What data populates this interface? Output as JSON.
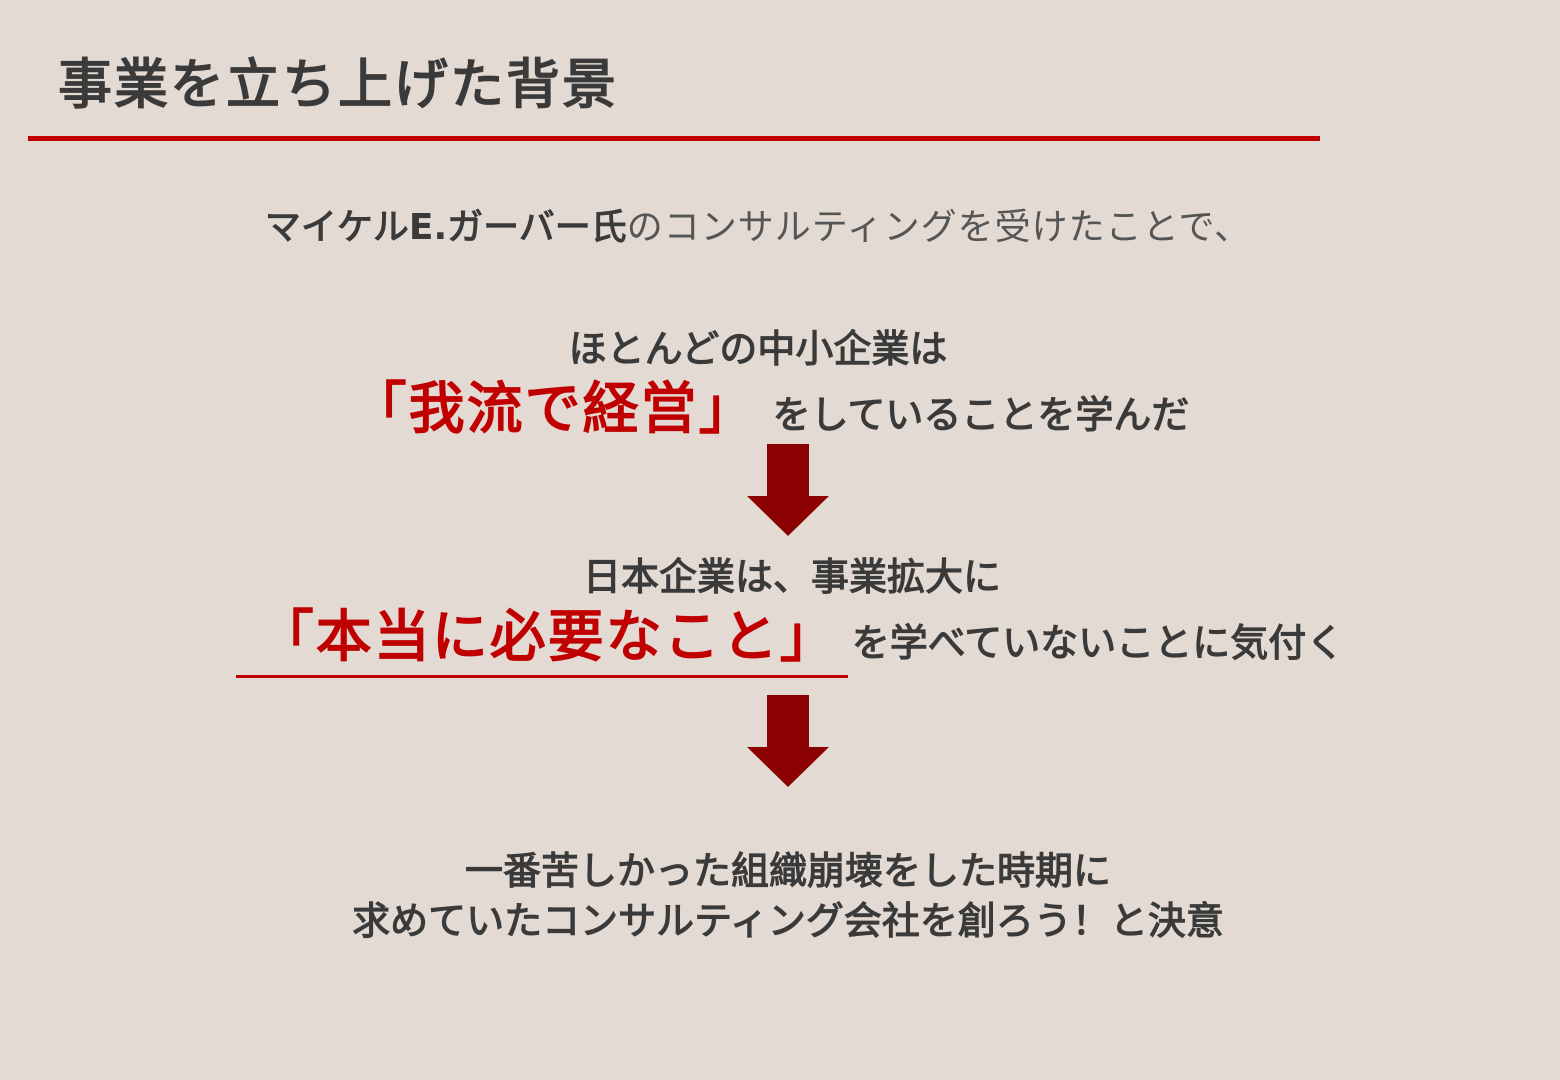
{
  "title": "事業を立ち上げた背景",
  "intro": {
    "bold": "マイケルE.ガーバー氏",
    "light": "のコンサルティングを受けたことで、"
  },
  "point1": {
    "line1": "ほとんどの中小企業は",
    "accent": "「我流で経営」",
    "rest": "をしていることを学んだ"
  },
  "point2": {
    "line1": "日本企業は、事業拡大に",
    "accent": "「本当に必要なこと」",
    "rest": "を学べていないことに気付く"
  },
  "conclusion": {
    "line1": "一番苦しかった組織崩壊をした時期に",
    "line2": "求めていたコンサルティング会社を創ろう！と決意"
  },
  "colors": {
    "accent": "#c00000",
    "arrow": "#8b0000",
    "background": "#e3dbd3",
    "text": "#3a3a3a"
  },
  "icons": [
    "down-arrow-icon",
    "down-arrow-icon"
  ]
}
